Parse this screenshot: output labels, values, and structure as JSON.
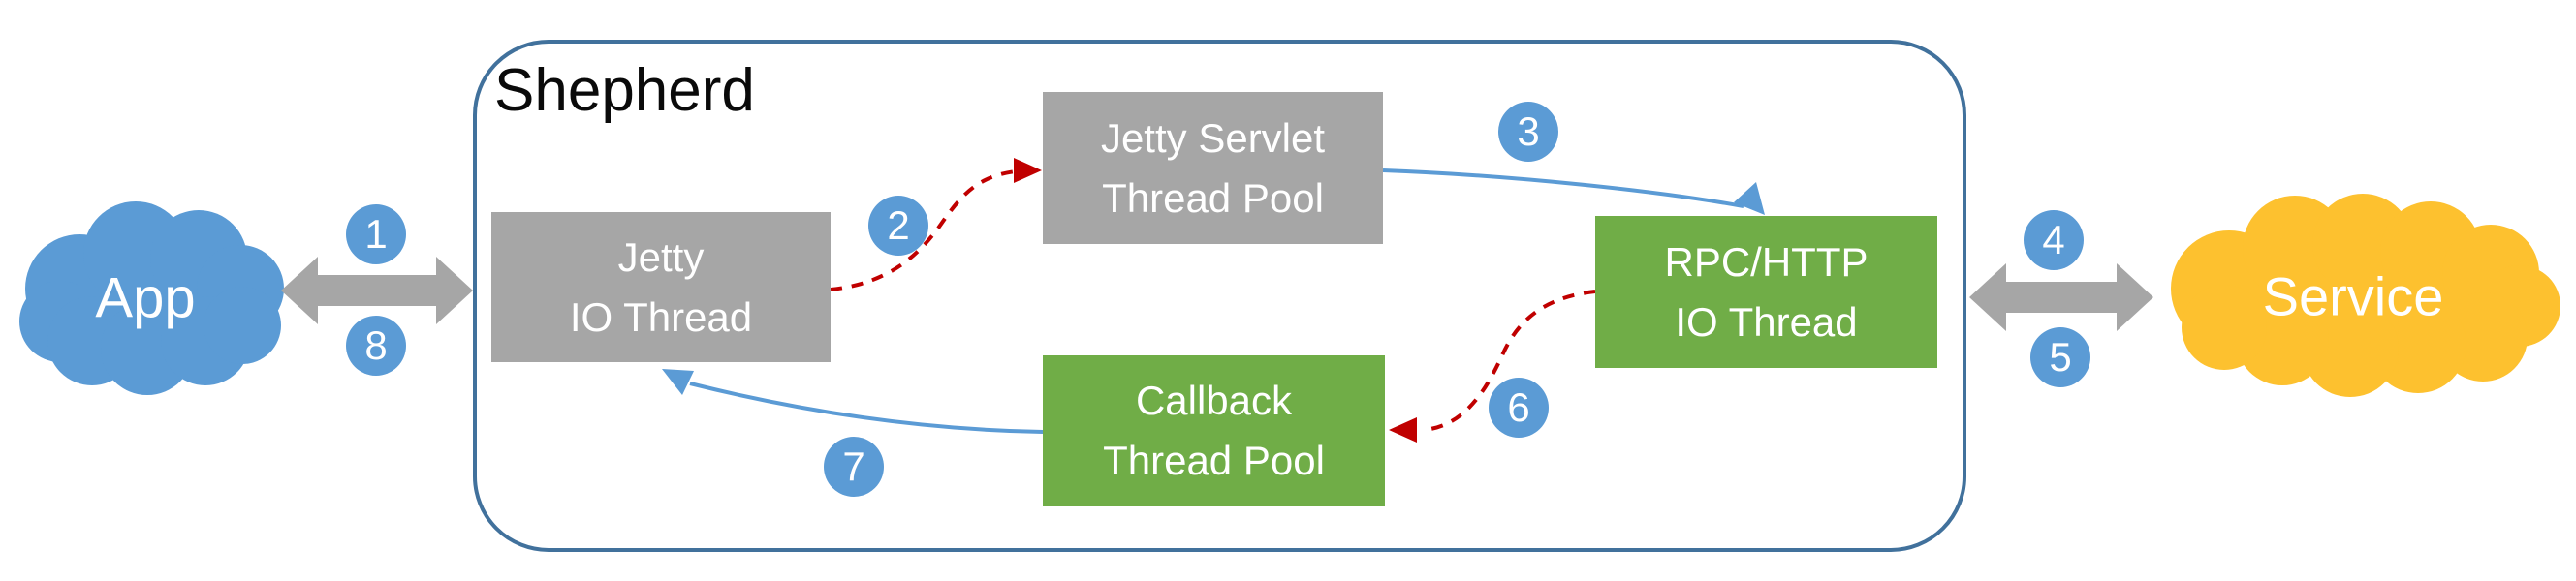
{
  "container": {
    "title": "Shepherd"
  },
  "clouds": {
    "app": {
      "label": "App"
    },
    "service": {
      "label": "Service"
    }
  },
  "boxes": {
    "jetty_io": {
      "line1": "Jetty",
      "line2": "IO Thread",
      "color": "#A6A6A6"
    },
    "jetty_servlet": {
      "line1": "Jetty Servlet",
      "line2": "Thread Pool",
      "color": "#A6A6A6"
    },
    "rpc_http": {
      "line1": "RPC/HTTP",
      "line2": "IO Thread",
      "color": "#70AD47"
    },
    "callback": {
      "line1": "Callback",
      "line2": "Thread Pool",
      "color": "#70AD47"
    }
  },
  "steps": [
    {
      "label": "1"
    },
    {
      "label": "2"
    },
    {
      "label": "3"
    },
    {
      "label": "4"
    },
    {
      "label": "5"
    },
    {
      "label": "6"
    },
    {
      "label": "7"
    },
    {
      "label": "8"
    }
  ],
  "arrows": [
    {
      "step": "1",
      "from": "App",
      "to": "Shepherd",
      "style": "double-headed",
      "color": "#A6A6A6"
    },
    {
      "step": "2",
      "from": "Jetty IO Thread",
      "to": "Jetty Servlet Thread Pool",
      "style": "dashed-curve",
      "color": "#C00000"
    },
    {
      "step": "3",
      "from": "Jetty Servlet Thread Pool",
      "to": "RPC/HTTP IO Thread",
      "style": "solid-curve",
      "color": "#5B9BD5"
    },
    {
      "step": "4",
      "from": "Shepherd",
      "to": "Service",
      "style": "double-headed",
      "color": "#A6A6A6"
    },
    {
      "step": "5",
      "from": "Service",
      "to": "Shepherd",
      "style": "double-headed",
      "color": "#A6A6A6"
    },
    {
      "step": "6",
      "from": "RPC/HTTP IO Thread",
      "to": "Callback Thread Pool",
      "style": "dashed-curve",
      "color": "#C00000"
    },
    {
      "step": "7",
      "from": "Callback Thread Pool",
      "to": "Jetty IO Thread",
      "style": "solid-curve",
      "color": "#5B9BD5"
    },
    {
      "step": "8",
      "from": "Shepherd",
      "to": "App",
      "style": "double-headed",
      "color": "#A6A6A6"
    }
  ],
  "colors": {
    "accent_blue": "#5B9BD5",
    "box_gray": "#A6A6A6",
    "box_green": "#70AD47",
    "cloud_gold": "#FDC12F",
    "arrow_red": "#C00000",
    "frame_blue": "#41719C",
    "arrow_gray": "#A6A6A6"
  }
}
